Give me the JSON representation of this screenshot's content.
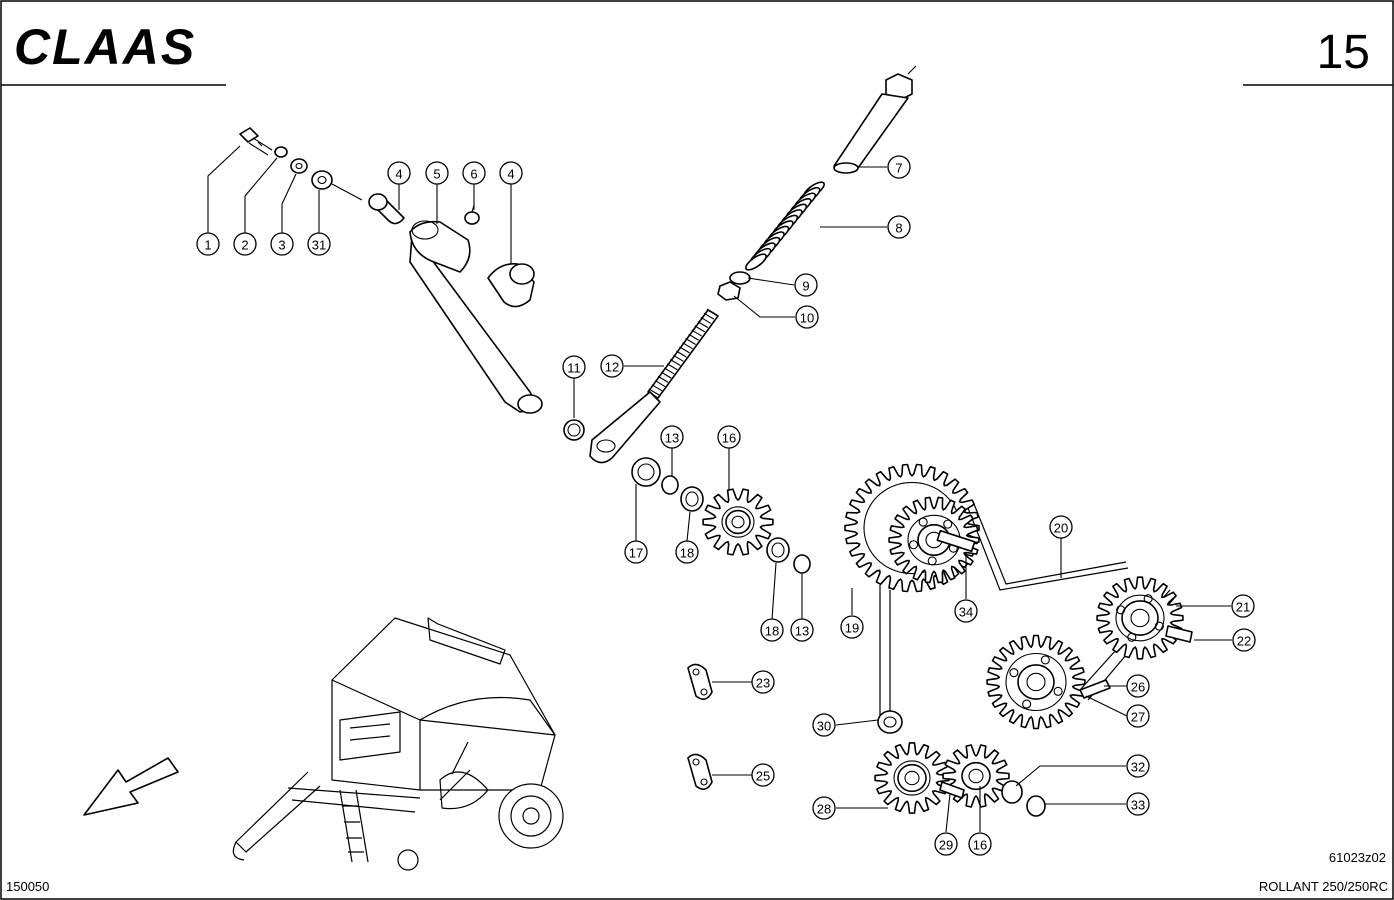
{
  "header": {
    "brand": "CLAAS",
    "page_number": "15"
  },
  "footer": {
    "left_code": "150050",
    "drawing_ref": "61023z02",
    "model": "ROLLANT 250/250RC"
  },
  "callouts": [
    {
      "id": "c1",
      "label": "1"
    },
    {
      "id": "c2",
      "label": "2"
    },
    {
      "id": "c3",
      "label": "3"
    },
    {
      "id": "c31",
      "label": "31"
    },
    {
      "id": "c4a",
      "label": "4"
    },
    {
      "id": "c5",
      "label": "5"
    },
    {
      "id": "c6",
      "label": "6"
    },
    {
      "id": "c4b",
      "label": "4"
    },
    {
      "id": "c7",
      "label": "7"
    },
    {
      "id": "c8",
      "label": "8"
    },
    {
      "id": "c9",
      "label": "9"
    },
    {
      "id": "c10",
      "label": "10"
    },
    {
      "id": "c11",
      "label": "11"
    },
    {
      "id": "c12",
      "label": "12"
    },
    {
      "id": "c13a",
      "label": "13"
    },
    {
      "id": "c16a",
      "label": "16"
    },
    {
      "id": "c17",
      "label": "17"
    },
    {
      "id": "c18a",
      "label": "18"
    },
    {
      "id": "c18b",
      "label": "18"
    },
    {
      "id": "c13b",
      "label": "13"
    },
    {
      "id": "c19",
      "label": "19"
    },
    {
      "id": "c34",
      "label": "34"
    },
    {
      "id": "c20",
      "label": "20"
    },
    {
      "id": "c21",
      "label": "21"
    },
    {
      "id": "c22",
      "label": "22"
    },
    {
      "id": "c26",
      "label": "26"
    },
    {
      "id": "c27",
      "label": "27"
    },
    {
      "id": "c23",
      "label": "23"
    },
    {
      "id": "c25",
      "label": "25"
    },
    {
      "id": "c30",
      "label": "30"
    },
    {
      "id": "c28",
      "label": "28"
    },
    {
      "id": "c29",
      "label": "29"
    },
    {
      "id": "c16b",
      "label": "16"
    },
    {
      "id": "c32",
      "label": "32"
    },
    {
      "id": "c33",
      "label": "33"
    }
  ]
}
